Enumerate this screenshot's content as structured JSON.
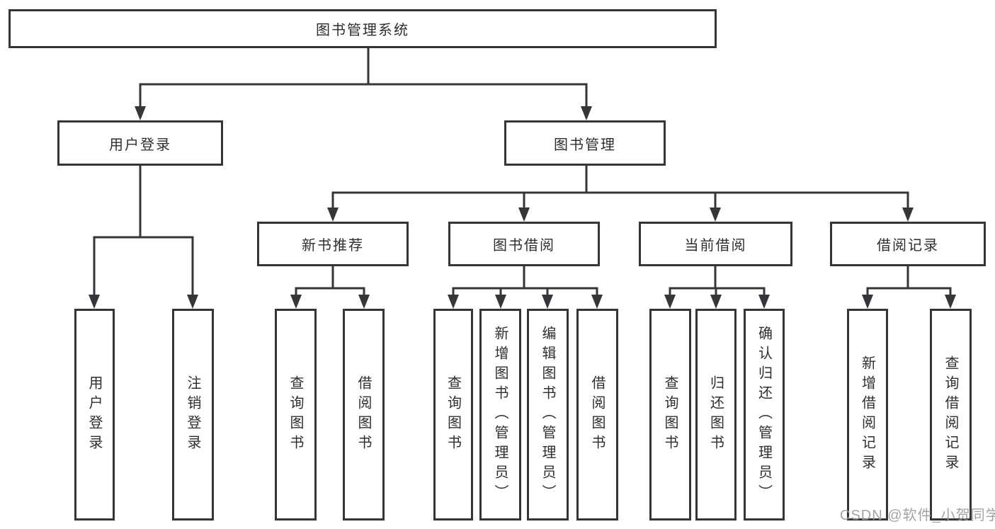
{
  "colors": {
    "background": "#ffffff",
    "line": "#35363a",
    "text": "#2e2e30",
    "watermark": "#9c9c9c"
  },
  "watermark": {
    "text": "CSDN @软件_小贺同学"
  },
  "tree": {
    "root": "图书管理系统",
    "branches": [
      {
        "label": "用户登录",
        "children": [
          "用户登录",
          "注销登录"
        ]
      },
      {
        "label": "图书管理",
        "groups": [
          {
            "label": "新书推荐",
            "children": [
              "查询图书",
              "借阅图书"
            ]
          },
          {
            "label": "图书借阅",
            "children": [
              "查询图书",
              "新增图书（管理员）",
              "编辑图书（管理员）",
              "借阅图书"
            ]
          },
          {
            "label": "当前借阅",
            "children": [
              "查询图书",
              "归还图书",
              "确认归还（管理员）"
            ]
          },
          {
            "label": "借阅记录",
            "children": [
              "新增借阅记录",
              "查询借阅记录"
            ]
          }
        ]
      }
    ]
  }
}
